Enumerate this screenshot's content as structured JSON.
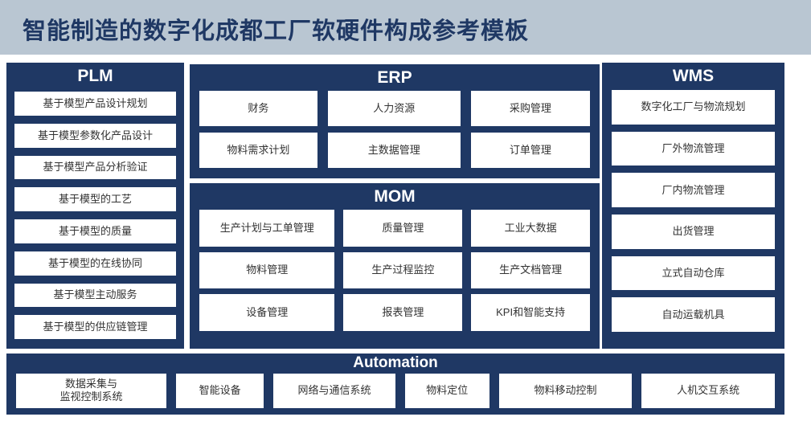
{
  "title": "智能制造的数字化成都工厂软硬件构成参考模板",
  "colors": {
    "band_bg": "#b9c6d2",
    "title_text": "#1f3864",
    "panel_bg": "#1f3864",
    "box_bg": "#ffffff",
    "box_text": "#333333",
    "panel_title_text": "#ffffff",
    "page_bg": "#ffffff"
  },
  "panels": {
    "plm": {
      "title": "PLM",
      "items": [
        "基于模型产品设计规划",
        "基于模型参数化产品设计",
        "基于模型产品分析验证",
        "基于模型的工艺",
        "基于模型的质量",
        "基于模型的在线协同",
        "基于模型主动服务",
        "基于模型的供应链管理"
      ]
    },
    "erp": {
      "title": "ERP",
      "items": [
        "财务",
        "人力资源",
        "采购管理",
        "物料需求计划",
        "主数据管理",
        "订单管理"
      ]
    },
    "mom": {
      "title": "MOM",
      "items": [
        "生产计划与工单管理",
        "质量管理",
        "工业大数据",
        "物料管理",
        "生产过程监控",
        "生产文档管理",
        "设备管理",
        "报表管理",
        "KPI和智能支持"
      ]
    },
    "wms": {
      "title": "WMS",
      "items": [
        "数字化工厂与物流规划",
        "厂外物流管理",
        "厂内物流管理",
        "出货管理",
        "立式自动仓库",
        "自动运载机具"
      ]
    },
    "automation": {
      "title": "Automation",
      "items": [
        "数据采集与\n监视控制系统",
        "智能设备",
        "网络与通信系统",
        "物料定位",
        "物料移动控制",
        "人机交互系统"
      ]
    }
  }
}
